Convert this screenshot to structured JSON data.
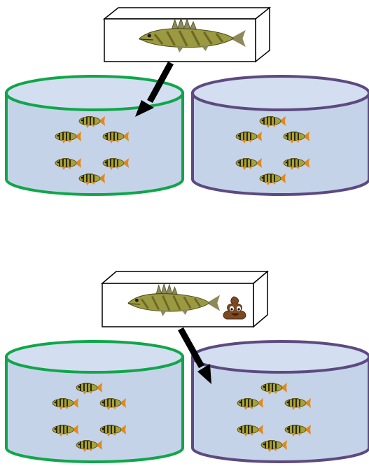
{
  "panels": [
    {
      "id": "top",
      "chamber": {
        "fish": "predator-walleye-icon",
        "extra_icon": null
      },
      "arrow_target": "green-tank",
      "tanks": [
        {
          "color": "#10a64a",
          "fish_count": 6,
          "fish": "perch-icon"
        },
        {
          "color": "#5c4a80",
          "fish_count": 6,
          "fish": "perch-icon"
        }
      ]
    },
    {
      "id": "bottom",
      "chamber": {
        "fish": "predator-walleye-icon",
        "extra_icon": "poop-icon"
      },
      "arrow_target": "purple-tank",
      "tanks": [
        {
          "color": "#10a64a",
          "fish_count": 6,
          "fish": "perch-icon"
        },
        {
          "color": "#5c4a80",
          "fish_count": 6,
          "fish": "perch-icon"
        }
      ]
    }
  ],
  "colors": {
    "tank_fill": "#c5d3e8",
    "green_tank": "#10a64a",
    "purple_tank": "#5c4a80",
    "arrow": "#000000"
  }
}
